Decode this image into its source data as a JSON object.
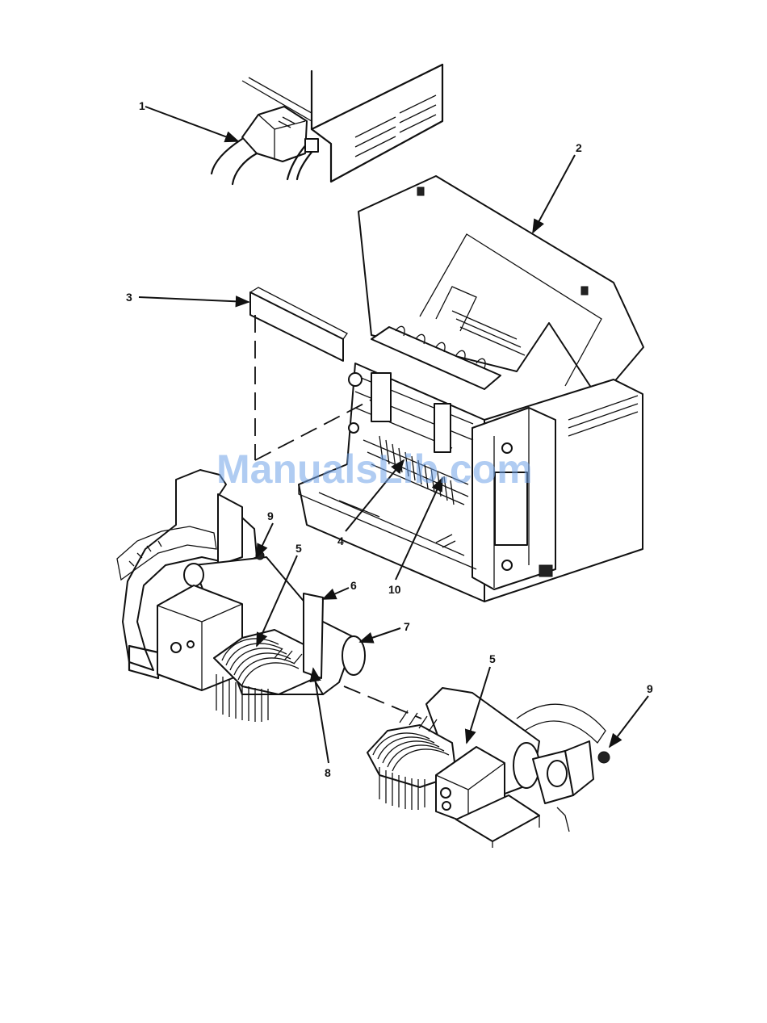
{
  "watermark": "ManualsLib.com",
  "colors": {
    "ink": "#111111",
    "paper": "#ffffff",
    "watermark": "#6fa3e8"
  },
  "callouts": {
    "c1": "1",
    "c2": "2",
    "c3": "3",
    "c4": "4",
    "c5a": "5",
    "c5b": "5",
    "c6": "6",
    "c7": "7",
    "c8": "8",
    "c9a": "9",
    "c9b": "9",
    "c10": "10"
  }
}
